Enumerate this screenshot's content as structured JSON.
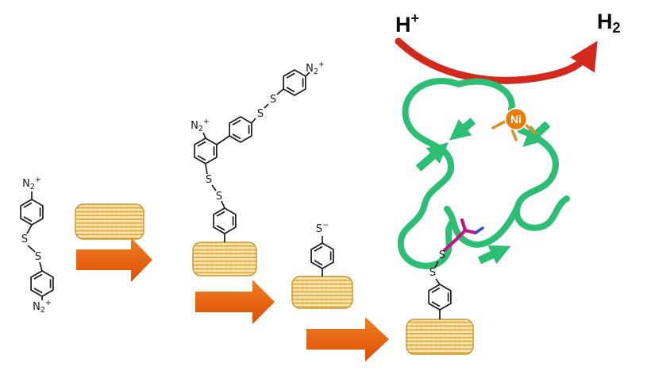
{
  "chem": {
    "n": "N",
    "two": "2",
    "plus": "+",
    "s": "S",
    "minus": "−",
    "h": "H",
    "ni": "Ni"
  },
  "colors": {
    "bond": "#1a1a1a",
    "electrode_light": "#F7E3AE",
    "electrode_dark": "#DFA93C",
    "electrode_edge": "#C8952F",
    "arrow_orange": "#DE4F05",
    "arrow_orange_light": "#F07E22",
    "arrow_red": "#D3281C",
    "protein_green": "#2CBE72",
    "ni_orange": "#E87D0E",
    "ligand_orange": "#DE9020",
    "cysteine_magenta": "#C41484",
    "nitrogen_blue": "#3050C8"
  }
}
